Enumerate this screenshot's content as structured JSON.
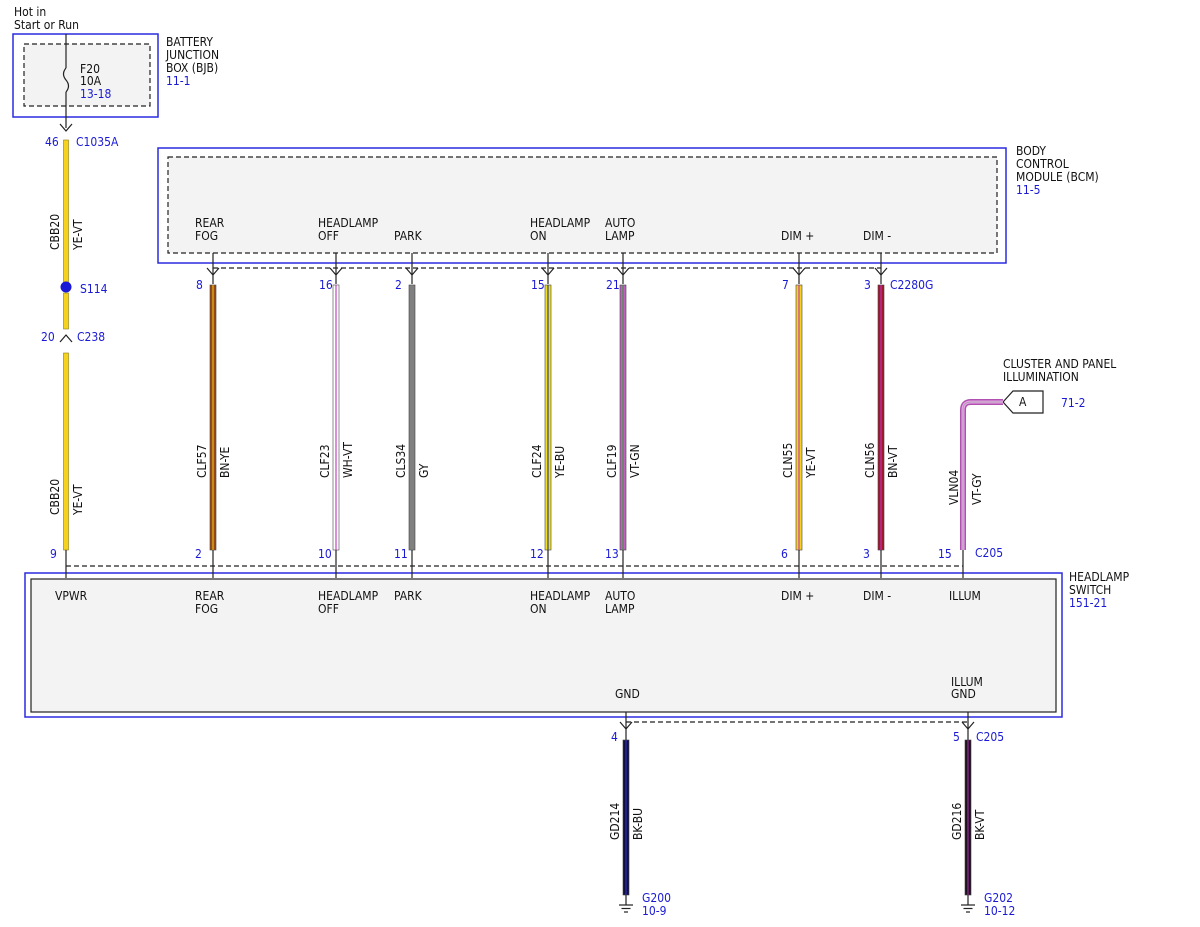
{
  "top_label": {
    "line1": "Hot in",
    "line2": "Start or Run"
  },
  "bjb": {
    "title1": "BATTERY",
    "title2": "JUNCTION",
    "title3": "BOX (BJB)",
    "ref": "11-1",
    "fuse_name": "F20",
    "fuse_rating": "10A",
    "fuse_ref": "13-18"
  },
  "bcm": {
    "title1": "BODY",
    "title2": "CONTROL",
    "title3": "MODULE (BCM)",
    "ref": "11-5",
    "connector": "C2280G"
  },
  "headlamp_switch": {
    "title1": "HEADLAMP",
    "title2": "SWITCH",
    "ref": "151-21",
    "connector": "C205",
    "gnd_label": "GND",
    "illum_gnd_label1": "ILLUM",
    "illum_gnd_label2": "GND"
  },
  "vpwr_circuit": {
    "pin_bjb": "46",
    "conn_bjb": "C1035A",
    "circuit1": "CBB20",
    "color1": "YE-VT",
    "splice": "S114",
    "pin_mid": "20",
    "conn_mid": "C238",
    "circuit2": "CBB20",
    "color2": "YE-VT",
    "pin_switch": "9",
    "switch_label": "VPWR"
  },
  "wires": [
    {
      "id": "rear-fog",
      "label1": "REAR",
      "label2": "FOG",
      "bcm_pin": "8",
      "circuit": "CLF57",
      "color": "BN-YE",
      "sw_pin": "2",
      "sw_label1": "REAR",
      "sw_label2": "FOG"
    },
    {
      "id": "headlamp-off",
      "label1": "HEADLAMP",
      "label2": "OFF",
      "bcm_pin": "16",
      "circuit": "CLF23",
      "color": "WH-VT",
      "sw_pin": "10",
      "sw_label1": "HEADLAMP",
      "sw_label2": "OFF"
    },
    {
      "id": "park",
      "label1": "PARK",
      "label2": "",
      "bcm_pin": "2",
      "circuit": "CLS34",
      "color": "GY",
      "sw_pin": "11",
      "sw_label1": "PARK",
      "sw_label2": ""
    },
    {
      "id": "headlamp-on",
      "label1": "HEADLAMP",
      "label2": "ON",
      "bcm_pin": "15",
      "circuit": "CLF24",
      "color": "YE-BU",
      "sw_pin": "12",
      "sw_label1": "HEADLAMP",
      "sw_label2": "ON"
    },
    {
      "id": "auto-lamp",
      "label1": "AUTO",
      "label2": "LAMP",
      "bcm_pin": "21",
      "circuit": "CLF19",
      "color": "VT-GN",
      "sw_pin": "13",
      "sw_label1": "AUTO",
      "sw_label2": "LAMP"
    },
    {
      "id": "dim-plus",
      "label1": "DIM +",
      "label2": "",
      "bcm_pin": "7",
      "circuit": "CLN55",
      "color": "YE-VT",
      "sw_pin": "6",
      "sw_label1": "DIM +",
      "sw_label2": ""
    },
    {
      "id": "dim-minus",
      "label1": "DIM -",
      "label2": "",
      "bcm_pin": "3",
      "circuit": "CLN56",
      "color": "BN-VT",
      "sw_pin": "3",
      "sw_label1": "DIM -",
      "sw_label2": ""
    }
  ],
  "illum": {
    "title1": "CLUSTER AND PANEL",
    "title2": "ILLUMINATION",
    "flag": "A",
    "ref": "71-2",
    "circuit": "VLN04",
    "color": "VT-GY",
    "sw_pin": "15",
    "sw_label": "ILLUM"
  },
  "grounds": [
    {
      "id": "gnd",
      "pin": "4",
      "circuit": "GD214",
      "color": "BK-BU",
      "gnd_name": "G200",
      "gnd_ref": "10-9",
      "connector": ""
    },
    {
      "id": "illum-gnd",
      "pin": "5",
      "circuit": "GD216",
      "color": "BK-VT",
      "gnd_name": "G202",
      "gnd_ref": "10-12",
      "connector": "C205"
    }
  ],
  "wire_colors": {
    "YE-VT": [
      "#f5d21e",
      "#c030c0"
    ],
    "BN-YE": [
      "#9a4a14",
      "#f0c020"
    ],
    "WH-VT": [
      "#ffffff",
      "#c030c0"
    ],
    "GY": [
      "#808080",
      "#808080"
    ],
    "YE-BU": [
      "#f0e020",
      "#2030a0"
    ],
    "VT-GN": [
      "#c060c0",
      "#30a030"
    ],
    "BN-VT": [
      "#a01a2a",
      "#c030c0"
    ],
    "VT-GY": [
      "#d070d0",
      "#a0a0a0"
    ],
    "BK-BU": [
      "#101040",
      "#3030c0"
    ],
    "BK-VT": [
      "#201020",
      "#a030a0"
    ]
  }
}
